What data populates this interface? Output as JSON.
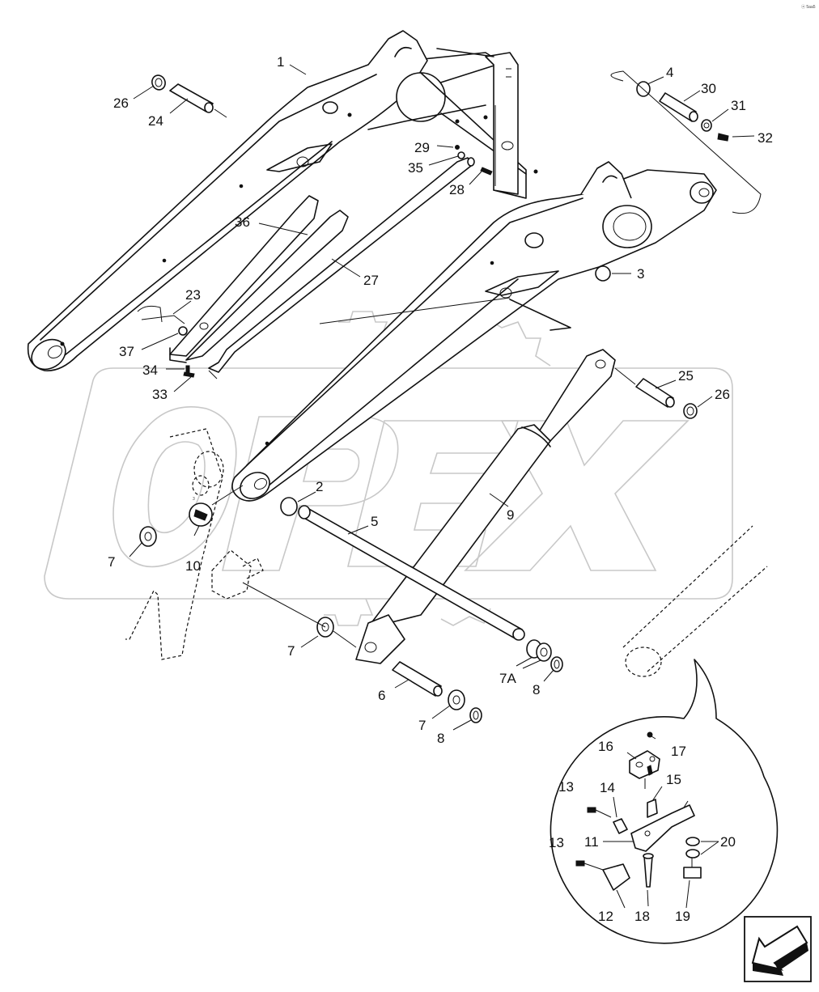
{
  "corner_mark": "ⓐ 5aa5",
  "labels": [
    {
      "id": "1",
      "text": "1"
    },
    {
      "id": "2",
      "text": "2"
    },
    {
      "id": "3",
      "text": "3"
    },
    {
      "id": "3s",
      "text": "3"
    },
    {
      "id": "4",
      "text": "4"
    },
    {
      "id": "5",
      "text": "5"
    },
    {
      "id": "6",
      "text": "6"
    },
    {
      "id": "7a",
      "text": "7"
    },
    {
      "id": "7b",
      "text": "7"
    },
    {
      "id": "7c",
      "text": "7"
    },
    {
      "id": "7A",
      "text": "7A"
    },
    {
      "id": "8a",
      "text": "8"
    },
    {
      "id": "8b",
      "text": "8"
    },
    {
      "id": "9",
      "text": "9"
    },
    {
      "id": "10",
      "text": "10"
    },
    {
      "id": "11",
      "text": "11"
    },
    {
      "id": "12",
      "text": "12"
    },
    {
      "id": "13a",
      "text": "13"
    },
    {
      "id": "13b",
      "text": "13"
    },
    {
      "id": "14",
      "text": "14"
    },
    {
      "id": "15",
      "text": "15"
    },
    {
      "id": "16",
      "text": "16"
    },
    {
      "id": "17",
      "text": "17"
    },
    {
      "id": "18",
      "text": "18"
    },
    {
      "id": "19",
      "text": "19"
    },
    {
      "id": "20",
      "text": "20"
    },
    {
      "id": "23",
      "text": "23"
    },
    {
      "id": "24",
      "text": "24"
    },
    {
      "id": "25",
      "text": "25"
    },
    {
      "id": "26a",
      "text": "26"
    },
    {
      "id": "26b",
      "text": "26"
    },
    {
      "id": "27",
      "text": "27"
    },
    {
      "id": "28",
      "text": "28"
    },
    {
      "id": "29",
      "text": "29"
    },
    {
      "id": "30",
      "text": "30"
    },
    {
      "id": "31",
      "text": "31"
    },
    {
      "id": "32",
      "text": "32"
    },
    {
      "id": "33",
      "text": "33"
    },
    {
      "id": "34",
      "text": "34"
    },
    {
      "id": "35",
      "text": "35"
    },
    {
      "id": "36",
      "text": "36"
    },
    {
      "id": "37",
      "text": "37"
    }
  ],
  "icons": {
    "nav": "arrow-down-left-icon",
    "watermark": "opex-watermark"
  }
}
